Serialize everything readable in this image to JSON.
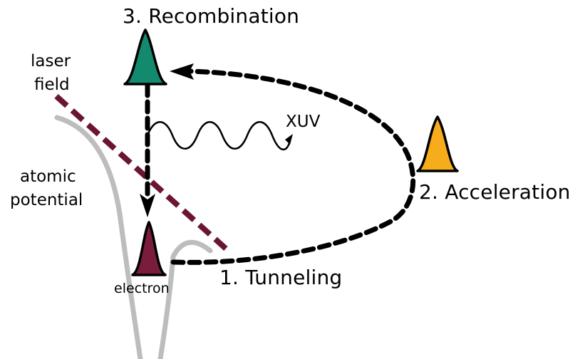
{
  "labels": {
    "recombination": "3. Recombination",
    "acceleration": "2. Acceleration",
    "tunneling": "1. Tunneling",
    "xuv": "XUV",
    "laser_field_line1": "laser",
    "laser_field_line2": "field",
    "atomic_potential_line1": "atomic",
    "atomic_potential_line2": "potential",
    "electron": "electron"
  },
  "colors": {
    "electron_wavepacket": "#7a1c3c",
    "accelerated_wavepacket": "#f7ac1c",
    "recombination_wavepacket": "#138a6e",
    "laser_field": "#6b1535",
    "atomic_potential": "#bdbdbd",
    "trajectory": "#000000"
  }
}
